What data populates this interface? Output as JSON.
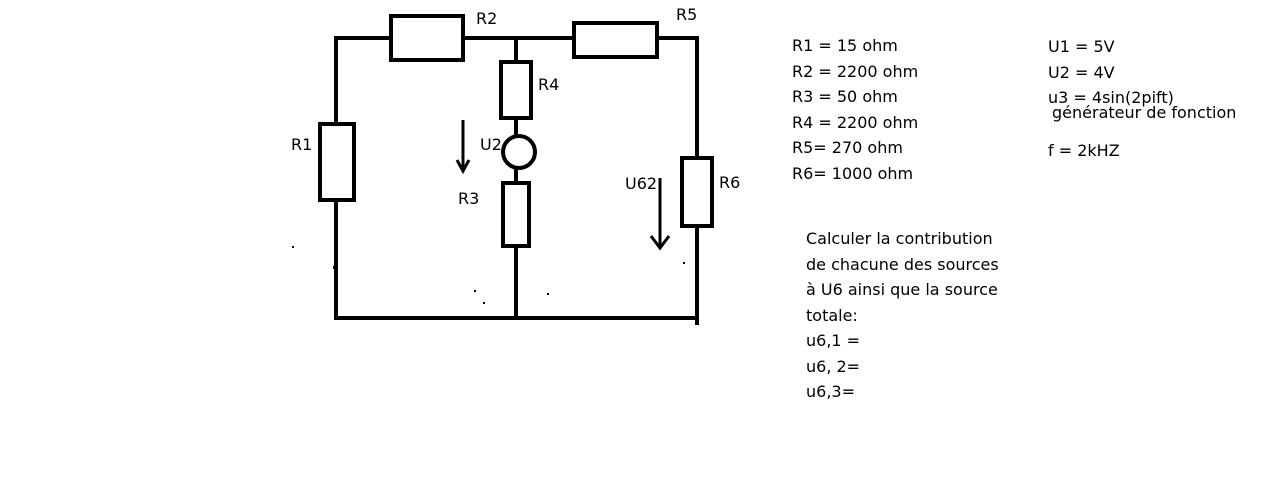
{
  "labels": {
    "r1": "R1",
    "r2": "R2",
    "r3": "R3",
    "r4": "R4",
    "r5": "R5",
    "r6": "R6",
    "u2": "U2",
    "u62": "U62"
  },
  "resistor_values": [
    "R1 = 15 ohm",
    "R2 = 2200 ohm",
    "R3 = 50 ohm",
    "R4 = 2200 ohm",
    "R5= 270 ohm",
    "R6= 1000 ohm"
  ],
  "sources": {
    "u1": "U1 = 5V",
    "u2": "U2 = 4V",
    "u3": "u3 = 4sin(2pift)",
    "generator": "générateur de fonction",
    "frequency": "f = 2kHZ"
  },
  "question": {
    "lines": [
      "Calculer la contribution",
      "de chacune des sources",
      "à U6 ainsi que la source",
      "totale:"
    ],
    "answers": [
      "u6,1 =",
      "u6, 2=",
      "u6,3="
    ]
  }
}
